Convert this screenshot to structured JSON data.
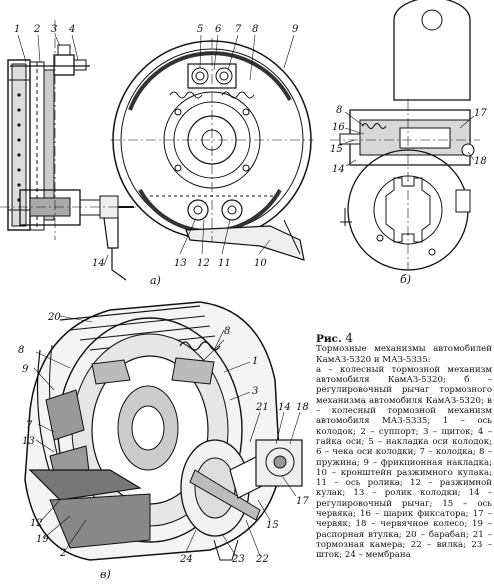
{
  "figure": {
    "label": "Рис.",
    "number": "4",
    "title": "Тормозные механизмы автомобилей КамАЗ-5320 и МАЗ-5335:",
    "description": "а – колесный тормозной механизм автомобиля КамАЗ-5320; б – регулировочный рычаг тормозного механизма автомобиля КамАЗ-5320; в – колесный тормозной механизм автомобиля МАЗ-5335; 1 – ось колодок; 2 – суппорт; 3 – щиток; 4 – гайка оси; 5 – накладка оси колодок; 6 – чека оси колодки; 7 – колодка; 8 – пружина; 9 – фрикционная накладка; 10 – кронштейн разжимного кулака; 11 – ось ролика; 12 – разжимной кулак; 13 – ролик колодки; 14 – регулировочный рычаг; 15 – ось червяка; 16 – шарик фиксатора; 17 – червяк; 18 – червячное колесо; 19 – распорная втулка; 20 – барабан; 21 – тормозная камера; 22 – вилка; 23 – шток; 24 – мембрана"
  },
  "callouts_a": {
    "c1": "1",
    "c2": "2",
    "c3": "3",
    "c4": "4",
    "c5": "5",
    "c6": "6",
    "c7": "7",
    "c8": "8",
    "c9": "9",
    "c10": "10",
    "c11": "11",
    "c12": "12",
    "c13": "13",
    "c14": "14"
  },
  "callouts_b": {
    "c8": "8",
    "c16": "16",
    "c15": "15",
    "c14": "14",
    "c17": "17",
    "c18": "18"
  },
  "callouts_c": {
    "c20": "20",
    "c8a": "8",
    "c8b": "8",
    "c1": "1",
    "c9": "9",
    "c3": "3",
    "c7": "7",
    "c13": "13",
    "c21": "21",
    "c14": "14",
    "c18": "18",
    "c12": "12",
    "c19": "19",
    "c2": "2",
    "c24": "24",
    "c23": "23",
    "c22": "22",
    "c17": "17",
    "c15": "15"
  },
  "sublabels": {
    "a": "а)",
    "b": "б)",
    "c": "в)"
  }
}
